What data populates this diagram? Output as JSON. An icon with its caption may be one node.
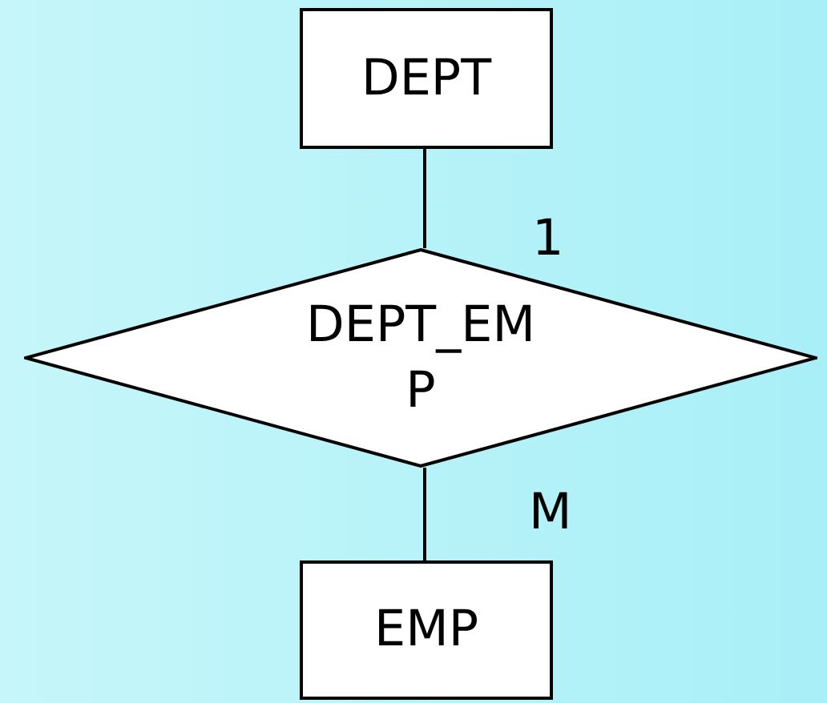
{
  "diagram": {
    "nodes": [
      {
        "text": [
          "DEPT"
        ]
      },
      {
        "text": [
          "DEPT_EMP"
        ]
      },
      {
        "text": [
          "EMP"
        ]
      }
    ],
    "edges": [
      {
        "from": 0,
        "to": 1,
        "arrow": "none",
        "label": "1"
      },
      {
        "from": 1,
        "to": 2,
        "arrow": "none",
        "label": "M"
      }
    ]
  }
}
